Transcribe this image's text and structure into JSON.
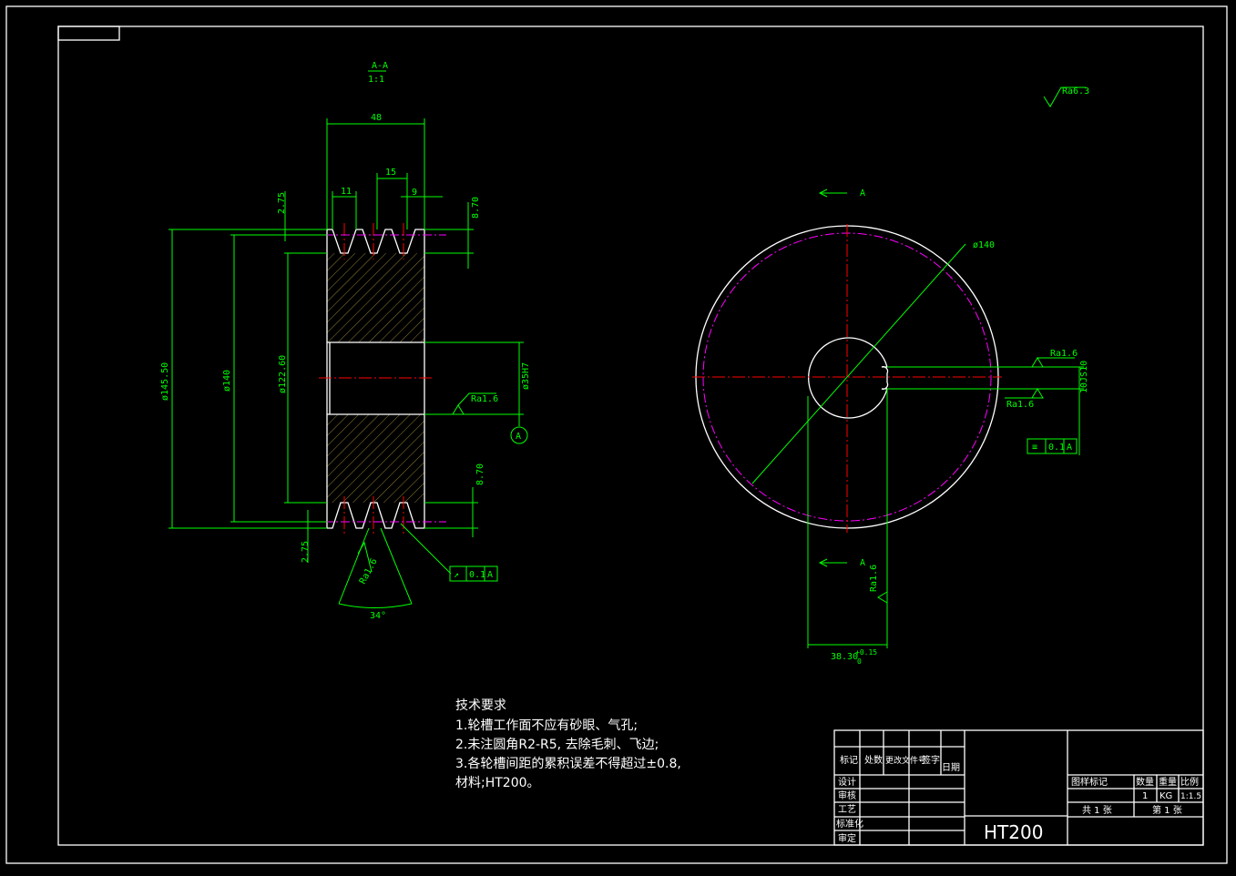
{
  "section": {
    "label": "A-A",
    "scale": "1:1"
  },
  "dims": {
    "width48": "48",
    "p15": "15",
    "p11": "11",
    "p9": "9",
    "d870_top": "8.70",
    "d870_bot": "8.70",
    "d275_top": "2.75",
    "d275_bot": "2.75",
    "d14550": "ø145.50",
    "d140": "ø140",
    "d12260": "ø122.60",
    "d35": "ø35H7",
    "angle34": "34°",
    "ra16_bore": "Ra1.6",
    "ra16_groove": "Ra1.6",
    "tol_a_sym": "↗",
    "tol_a_val": "0.1",
    "tol_a_ref": "A",
    "datum": "A"
  },
  "front": {
    "cut_top": "A",
    "cut_bot": "A",
    "d140": "ø140",
    "ra16_top": "Ra1.6",
    "ra16_bot": "Ra1.6",
    "ra16_key": "Ra1.6",
    "key_w": "10JS10",
    "key_h": "38.30",
    "key_h_tol_up": "+0.15",
    "key_h_tol_lo": "0",
    "tol_b_sym": "≡",
    "tol_b_val": "0.1",
    "tol_b_ref": "A"
  },
  "roughness_general": "Ra6.3",
  "notes": {
    "title": "技术要求",
    "line1": "1.轮槽工作面不应有砂眼、气孔;",
    "line2": "2.未注圆角R2-R5, 去除毛刺、飞边;",
    "line3": "3.各轮槽间距的累积误差不得超过±0.8,",
    "line4": "材料;HT200。"
  },
  "title_block": {
    "mark": "标记",
    "count": "处数",
    "change": "更改文件号",
    "sign": "签字",
    "date": "日期",
    "design": "设计",
    "review": "审核",
    "process": "工艺",
    "standard": "标准化",
    "approve": "审定",
    "material": "HT200",
    "drawing_mark": "图样标记",
    "qty": "数量",
    "weight": "重量",
    "scale": "比例",
    "qty_val": "1",
    "weight_val": "KG",
    "scale_val": "1:1.5",
    "sheets_total": "共 1 张",
    "sheet_no": "第 1 张"
  }
}
